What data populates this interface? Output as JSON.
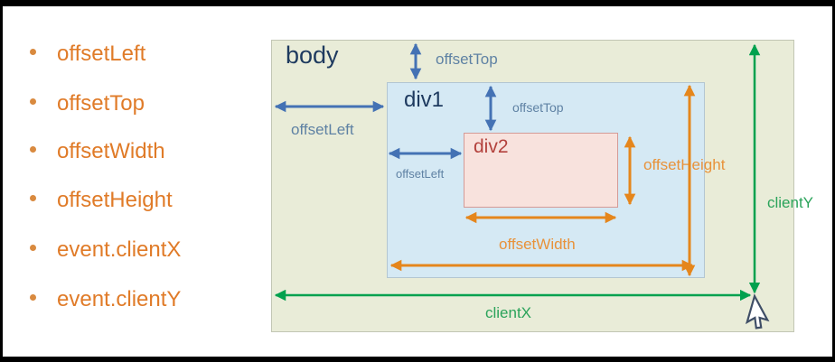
{
  "list": {
    "items": [
      "offsetLeft",
      "offsetTop",
      "offsetWidth",
      "offsetHeight",
      "event.clientX",
      "event.clientY"
    ]
  },
  "diagram": {
    "body_label": "body",
    "div1_label": "div1",
    "div2_label": "div2",
    "offset_top_body": "offsetTop",
    "offset_left_body": "offsetLeft",
    "offset_top_div1": "offsetTop",
    "offset_left_div1": "offsetLeft",
    "offset_height": "offsetHeight",
    "offset_width": "offsetWidth",
    "client_x": "clientX",
    "client_y": "clientY",
    "colors": {
      "blue_arrow": "#4472b4",
      "orange_arrow": "#e5861c",
      "green_arrow": "#00a14e",
      "blue_label": "#5f82a4",
      "orange_label": "#e8923a",
      "green_label": "#2aa35a",
      "body_bg": "#e9ecd8",
      "div1_bg": "#d5e9f4",
      "div2_bg": "#f8e2dd",
      "navy_text": "#1e3a5f",
      "red_text": "#b3423d",
      "list_text": "#e07b28"
    }
  }
}
